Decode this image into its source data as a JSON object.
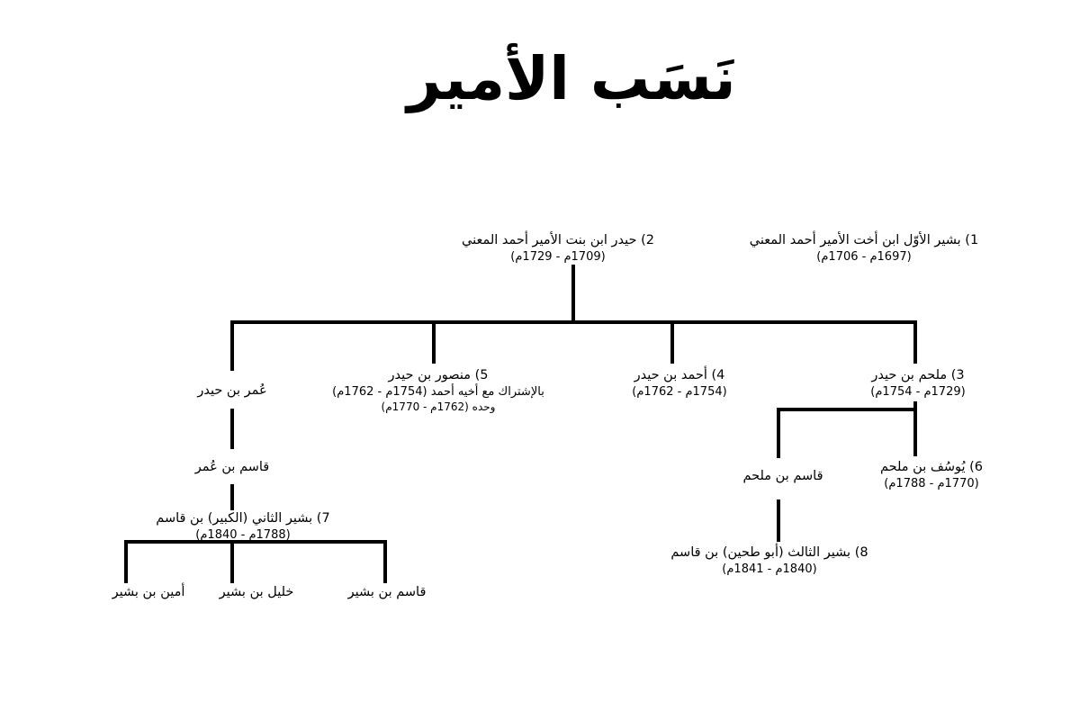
{
  "title": "نَسَب الأمير",
  "nodes": {
    "n1": {
      "name": "1)  بشير الأوّل ابن أخت الأمير أحمد المعني",
      "dates": "(1697م - 1706م)"
    },
    "n2": {
      "name": "2)  حيدر ابن بنت الأمير أحمد المعني",
      "dates": "(1709م - 1729م)"
    },
    "n3": {
      "name": "3) ملحم بن حيدر",
      "dates": "(1729م - 1754م)"
    },
    "n4": {
      "name": "4) أحمد بن حيدر",
      "dates": "(1754م - 1762م)"
    },
    "n5": {
      "name": "5) منصور بن حيدر",
      "line2": "بالإشتراك مع أخيه أحمد (1754م - 1762م)",
      "line3": "وحده (1762م - 1770م)"
    },
    "omar": {
      "name": "عُمر بن حيدر"
    },
    "qasim_omar": {
      "name": "قاسم بن عُمر"
    },
    "n6": {
      "name": "6) يُوسُف بن ملحم",
      "dates": "(1770م - 1788م)"
    },
    "qasim_melhem": {
      "name": "قاسم بن ملحم"
    },
    "n7": {
      "name": "7) بشير الثاني (الكبير) بن قاسم",
      "dates": "(1788م - 1840م)"
    },
    "n8": {
      "name": "8) بشير الثالث (أبو طحين) بن قاسم",
      "dates": "(1840م - 1841م)"
    },
    "qasim_bashir": {
      "name": "قاسم بن بشير"
    },
    "khalil_bashir": {
      "name": "خليل بن بشير"
    },
    "amin_bashir": {
      "name": "أمين بن بشير"
    }
  }
}
